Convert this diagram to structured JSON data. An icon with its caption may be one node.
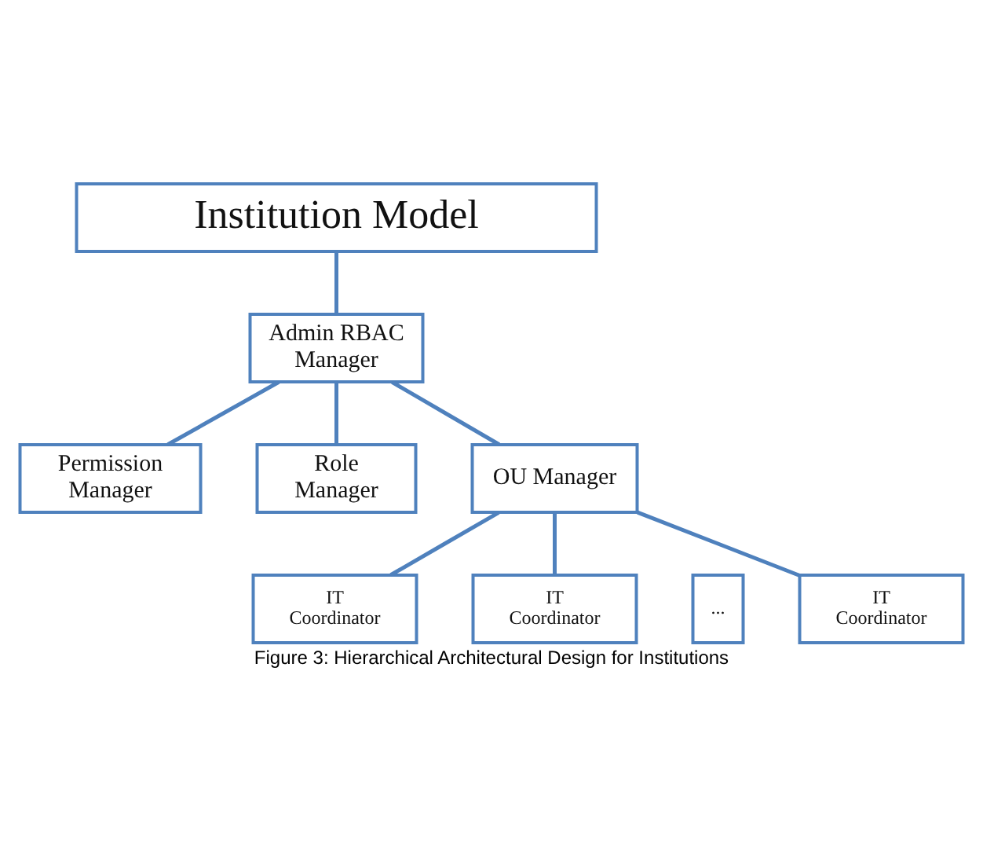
{
  "diagram": {
    "caption": "Figure 3: Hierarchical Architectural Design for Institutions",
    "nodes": [
      {
        "text": [
          "Institution Model"
        ]
      },
      {
        "text": [
          "Admin RBAC Manager"
        ]
      },
      {
        "text": [
          "Permission Manager"
        ]
      },
      {
        "text": [
          "Role Manager"
        ]
      },
      {
        "text": [
          "OU Manager"
        ]
      },
      {
        "text": [
          "IT Coordinator"
        ]
      },
      {
        "text": [
          "IT Coordinator"
        ]
      },
      {
        "text": [
          "..."
        ]
      },
      {
        "text": [
          "IT Coordinator"
        ]
      }
    ],
    "edges": [
      {
        "from": 0,
        "to": 1,
        "arrow": "none"
      },
      {
        "from": 1,
        "to": 2,
        "arrow": "none"
      },
      {
        "from": 1,
        "to": 3,
        "arrow": "none"
      },
      {
        "from": 1,
        "to": 4,
        "arrow": "none"
      },
      {
        "from": 4,
        "to": 5,
        "arrow": "none"
      },
      {
        "from": 4,
        "to": 6,
        "arrow": "none"
      },
      {
        "from": 4,
        "to": 8,
        "arrow": "none"
      }
    ]
  }
}
